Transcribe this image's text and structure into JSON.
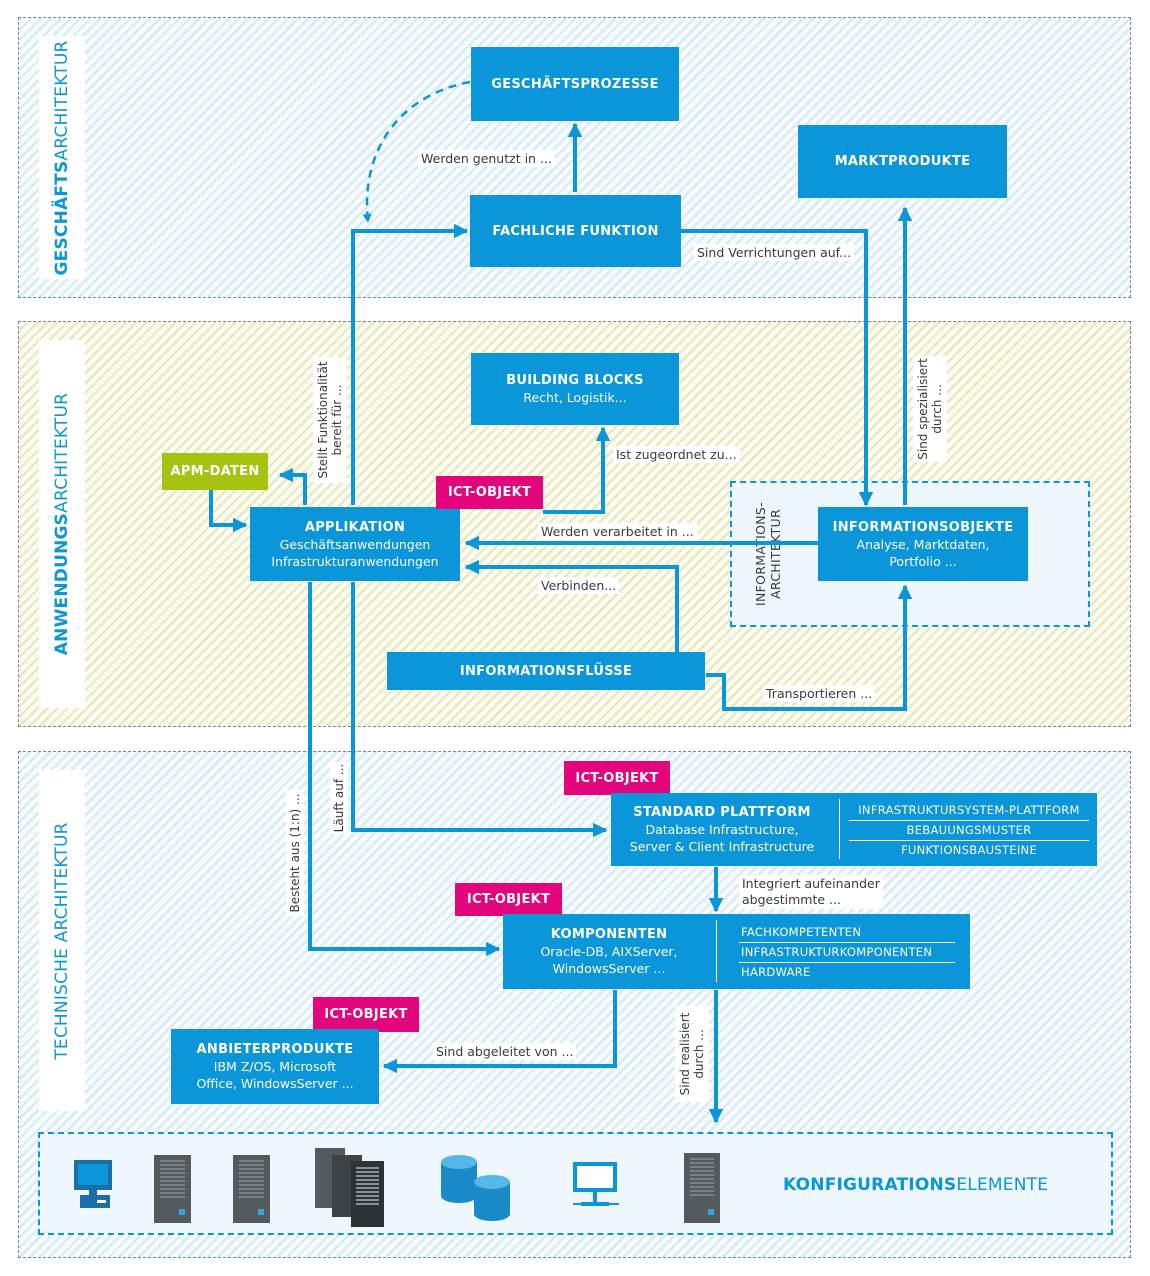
{
  "layers": {
    "business": {
      "label_bold": "GESCHÄFTS",
      "label_rest": "ARCHITEKTUR"
    },
    "application": {
      "label_bold": "ANWENDUNGS",
      "label_rest": "ARCHITEKTUR"
    },
    "technical": {
      "label_bold": "",
      "label_rest": "TECHNISCHE ARCHITEKTUR"
    }
  },
  "boxes": {
    "geschaeftsprozesse": {
      "title": "GESCHÄFTSPROZESSE"
    },
    "fachliche_funktion": {
      "title": "FACHLICHE FUNKTION"
    },
    "marktprodukte": {
      "title": "MARKTPRODUKTE"
    },
    "building_blocks": {
      "title": "BUILDING BLOCKS",
      "sub": "Recht, Logistik..."
    },
    "apm_daten": {
      "title": "APM-DATEN"
    },
    "applikation": {
      "title": "APPLIKATION",
      "sub1": "Geschäftsanwendungen",
      "sub2": "Infrastrukturanwendungen"
    },
    "informationsobjekte": {
      "title": "INFORMATIONSOBJEKTE",
      "sub1": "Analyse, Marktdaten,",
      "sub2": "Portfolio ..."
    },
    "informationsfluesse": {
      "title": "INFORMATIONSFLÜSSE"
    },
    "standard_plattform": {
      "title": "STANDARD PLATTFORM",
      "sub1": "Database Infrastructure,",
      "sub2": "Server & Client Infrastructure",
      "list": [
        "INFRASTRUKTURSYSTEM-PLATTFORM",
        "BEBAUUNGSMUSTER",
        "FUNKTIONSBAUSTEINE"
      ]
    },
    "komponenten": {
      "title": "KOMPONENTEN",
      "sub1": "Oracle-DB, AIXServer,",
      "sub2": "WindowsServer ...",
      "list": [
        "FACHKOMPETENTEN",
        "INFRASTRUKTURKOMPONENTEN",
        "HARDWARE"
      ]
    },
    "anbieterprodukte": {
      "title": "ANBIETERPRODUKTE",
      "sub1": "IBM Z/OS, Microsoft",
      "sub2": "Office, WindowsServer ..."
    }
  },
  "tags": {
    "ict_objekt": "ICT-OBJEKT"
  },
  "info_arch": {
    "line1": "INFORMATIONS-",
    "line2": "ARCHITEKTUR"
  },
  "labels": {
    "werden_genutzt": "Werden genutzt in ...",
    "sind_verrichtungen": "Sind Verrichtungen auf...",
    "stellt_funktionalitaet_1": "Stellt Funktionalität",
    "stellt_funktionalitaet_2": "bereit für ...",
    "sind_spezialisiert_1": "Sind spezialisiert",
    "sind_spezialisiert_2": "durch ...",
    "ist_zugeordnet": "Ist zugeordnet zu...",
    "werden_verarbeitet": "Werden verarbeitet in ...",
    "verbinden": "Verbinden...",
    "transportieren": "Transportieren ...",
    "laeuft_auf": "Läuft auf ...",
    "besteht_aus": "Besteht aus (1:n) ...",
    "integriert_1": "Integriert aufeinander",
    "integriert_2": "abgestimmte ...",
    "sind_abgeleitet": "Sind abgeleitet von ...",
    "sind_realisiert_1": "Sind realisiert",
    "sind_realisiert_2": "durch ..."
  },
  "konfig": {
    "label_bold": "KONFIGURATIONS",
    "label_rest": "ELEMENTE"
  },
  "konfig_icons": [
    "monitor-icon",
    "server-tower-icon",
    "server-tower-icon",
    "server-cluster-icon",
    "database-icon",
    "network-computer-icon",
    "server-tower-icon"
  ],
  "colors": {
    "blue": "#0a96d9",
    "magenta": "#e2057b",
    "green": "#a6c312",
    "label_blue": "#0d97d5"
  }
}
